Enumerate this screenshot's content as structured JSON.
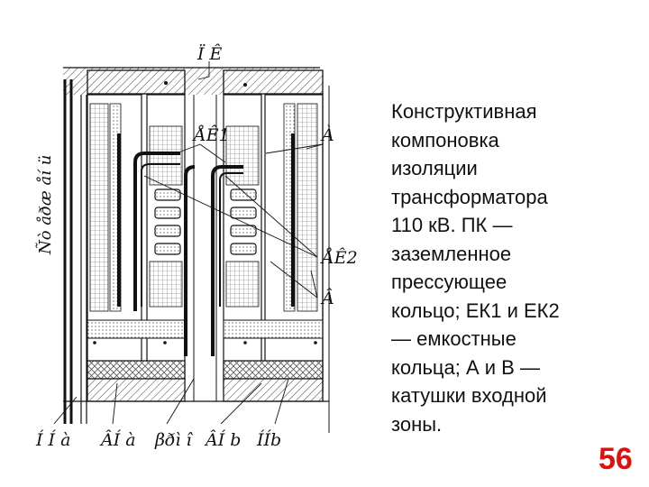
{
  "diagram": {
    "labels": {
      "press_ring": "Ï Ê",
      "transformer_core": "Ñò åðæ åí ü",
      "ek1": "ÅÊ1",
      "a": "À",
      "ek2": "ÅÊ2",
      "v": "Â",
      "bottom": [
        "Í Í à",
        "ÂÍ à",
        "βðì î",
        "ÂÍ b",
        "ÍÍb"
      ]
    }
  },
  "caption": "Конструктивная\nкомпоновка\nизоляции\nтрансформатора\n110 кВ. ПК —\nзаземленное\nпрессующее\nкольцо; ЕК1 и ЕК2\n— емкостные\nкольца; А и В —\nкатушки входной\nзоны.",
  "page_number": "56",
  "colors": {
    "page_number": "#e01010",
    "line": "#111111",
    "hatch": "#555555"
  }
}
